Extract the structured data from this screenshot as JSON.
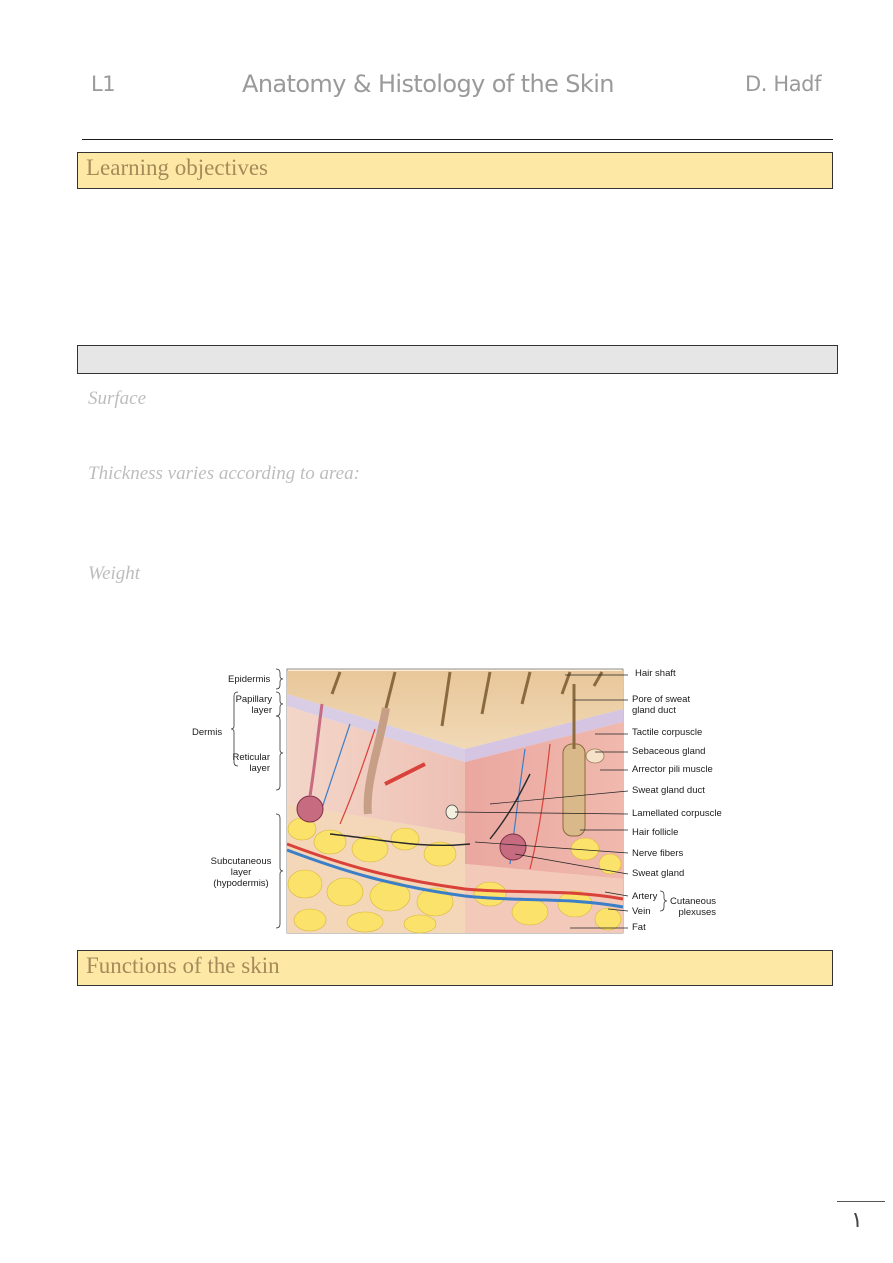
{
  "header": {
    "lecture": "L1",
    "title": "Anatomy & Histology of the Skin",
    "author": "D. Hadf"
  },
  "sections": {
    "objectives": "Learning objectives",
    "general_box": "",
    "functions": "Functions of the skin"
  },
  "subheadings": {
    "surface": "Surface",
    "thickness": "Thickness varies according to area:",
    "weight": "Weight"
  },
  "figure": {
    "labels_left": {
      "epidermis": "Epidermis",
      "papillary": "Papillary\nlayer",
      "dermis": "Dermis",
      "reticular": "Reticular\nlayer",
      "subcutaneous": "Subcutaneous\nlayer\n(hypodermis)"
    },
    "labels_right": {
      "hair_shaft": "Hair shaft",
      "pore": "Pore of sweat\ngland duct",
      "tactile": "Tactile corpuscle",
      "sebaceous": "Sebaceous gland",
      "arrector": "Arrector pili muscle",
      "sweat_duct": "Sweat gland duct",
      "lamellated": "Lamellated corpuscle",
      "hair_follicle": "Hair follicle",
      "nerve": "Nerve fibers",
      "sweat_gland": "Sweat gland",
      "artery": "Artery",
      "vein": "Vein",
      "plexuses": "Cutaneous\nplexuses",
      "fat": "Fat"
    }
  },
  "footer": {
    "page_number": "١"
  }
}
